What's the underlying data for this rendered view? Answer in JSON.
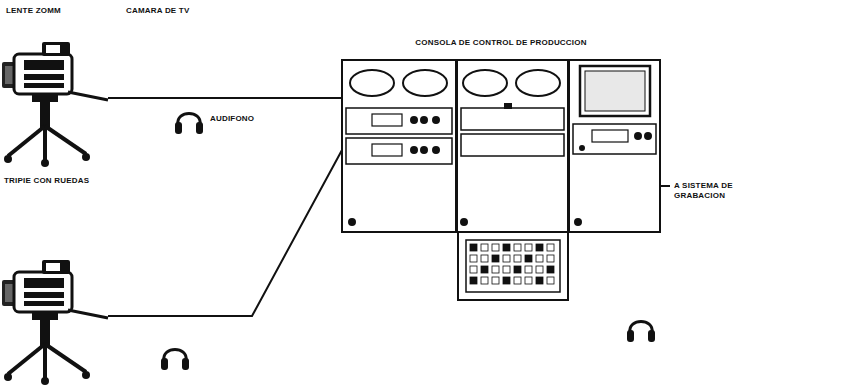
{
  "diagram": {
    "nodes": [
      {
        "text": [
          "CONSOLA DE CONTROL DE PRODUCCION"
        ]
      }
    ],
    "labels": [
      "LENTE ZOMM",
      "CAMARA DE TV",
      "AUDIFONO",
      "TRIPIE CON RUEDAS",
      "A SISTEMA DE GRABACION"
    ]
  }
}
